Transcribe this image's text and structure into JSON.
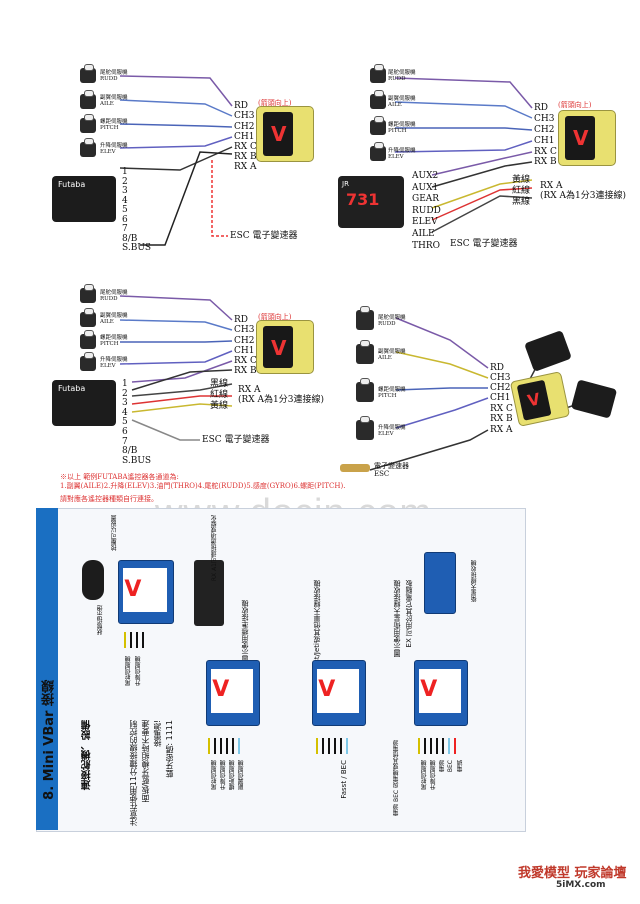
{
  "diagram1": {
    "servos": [
      "尾舵伺服機\nRUDD",
      "副翼伺服機\nAILE",
      "螺距伺服機\nPITCH",
      "升降伺服機\nELEV"
    ],
    "ports": [
      "RD",
      "CH3",
      "CH2",
      "CH1",
      "RX C",
      "RX B",
      "RX A"
    ],
    "unit_up": "(箭頭向上)",
    "rx_brand": "Futaba",
    "channels": [
      "1",
      "2",
      "3",
      "4",
      "5",
      "6",
      "7",
      "8/B",
      "S.BUS"
    ],
    "esc": "ESC 電子變速器"
  },
  "diagram2": {
    "servos": [
      "尾舵伺服機\nRUDD",
      "副翼伺服機\nAILE",
      "螺距伺服機\nPITCH",
      "升降伺服機\nELEV"
    ],
    "ports": [
      "RD",
      "CH3",
      "CH2",
      "CH1",
      "RX C",
      "RX B"
    ],
    "unit_up": "(箭頭向上)",
    "rx_brand": "JR",
    "rx_model": "731",
    "channels": [
      "AUX2",
      "AUX1",
      "GEAR",
      "RUDD",
      "ELEV",
      "AILE",
      "THRO"
    ],
    "wires": [
      "黃線",
      "紅線",
      "黑線"
    ],
    "rxa": "RX A",
    "rxa_note": "(RX A為1分3連接線)",
    "esc": "ESC 電子變速器"
  },
  "diagram3": {
    "servos": [
      "尾舵伺服機\nRUDD",
      "副翼伺服機\nAILE",
      "螺距伺服機\nPITCH",
      "升降伺服機\nELEV"
    ],
    "ports": [
      "RD",
      "CH3",
      "CH2",
      "CH1",
      "RX C",
      "RX B"
    ],
    "unit_up": "(箭頭向上)",
    "rx_brand": "Futaba",
    "channels": [
      "1",
      "2",
      "3",
      "4",
      "5",
      "6",
      "7",
      "8/B",
      "S.BUS"
    ],
    "wires": [
      "黑線",
      "紅線",
      "黃線"
    ],
    "rxa": "RX A",
    "rxa_note": "(RX A為1分3連接線)",
    "esc": "ESC 電子變速器"
  },
  "diagram4": {
    "servos": [
      "尾舵伺服機\nRUDD",
      "副翼伺服機\nAILE",
      "螺距伺服機\nPITCH",
      "升降伺服機\nELEV"
    ],
    "ports": [
      "RD",
      "CH3",
      "CH2",
      "CH1",
      "RX C",
      "RX B",
      "RX A"
    ],
    "esc": "電子變速器\nESC"
  },
  "caption": {
    "line1": "※以上 範例FUTABA遙控器各通道為:",
    "line2": "1.副翼(AILE)2.升降(ELEV)3.油門(THRO)4.尾舵(RUDD)5.感度(GYRO)6.螺距(PITCH).",
    "line3": "請對應各遙控器種類自行連接。"
  },
  "watermark": "www.docin.com",
  "panel": {
    "title": "8. Mini VBar 接線",
    "subtitle": "連接舵機、設備",
    "note1": "注意在使用11分鐘接線的控制",
    "note2": "面板/藍牙模組時不要連",
    "note3": "接電源!",
    "note4": "藍牙密碼: 1111",
    "status_led": "狀態指示燈",
    "button_setup": "按壓可以設置",
    "port_note": "RX A1可連接選項或變化",
    "std_rx": "標準接收機",
    "std_rx_label": "圖示使用標準接收機",
    "fasst_label": "圖示使用Fasst/Jeti或其他單天線接收機",
    "sat_label": "圖示使用衛星天線接收機",
    "sat_note": "EX 可用於其它電腦板",
    "fasst_bec": "Fasst / BEC",
    "sat_rx": "衛星天線接收機",
    "left_servos": [
      "尾舵伺服機",
      "升降伺服機"
    ],
    "mid_servos": [
      "尾舵伺服機",
      "升降伺服機",
      "螺距伺服機",
      "副翼伺服機"
    ],
    "bottom_servos": [
      "尾舵伺服機",
      "升降伺服機",
      "電源",
      "BEC",
      "電調"
    ],
    "bec_note": "電源 BEC 與電機或其他電源"
  },
  "footer": {
    "site": "我愛模型 玩家論壇",
    "domain": "5iMX.com"
  }
}
